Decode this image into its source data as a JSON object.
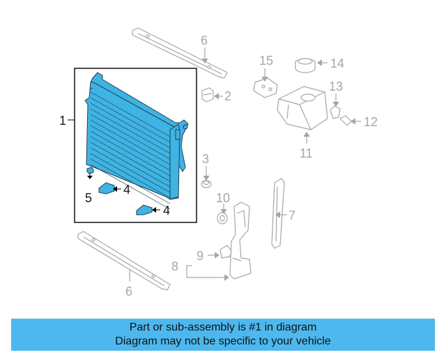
{
  "colors": {
    "highlight_part": "#3fb3e3",
    "banner_background": "#4db8ee",
    "greyed_parts": "#b3b3b3"
  },
  "callouts": {
    "c1": "1",
    "c2": "2",
    "c3": "3",
    "c4a": "4",
    "c4b": "4",
    "c5": "5",
    "c6_top": "6",
    "c6_bottom": "6",
    "c7": "7",
    "c8": "8",
    "c9": "9",
    "c10": "10",
    "c11": "11",
    "c12": "12",
    "c13": "13",
    "c14": "14",
    "c15": "15"
  },
  "banner": {
    "line1": "Part or sub-assembly is #1 in diagram",
    "line2": "Diagram may not be specific to your vehicle"
  }
}
